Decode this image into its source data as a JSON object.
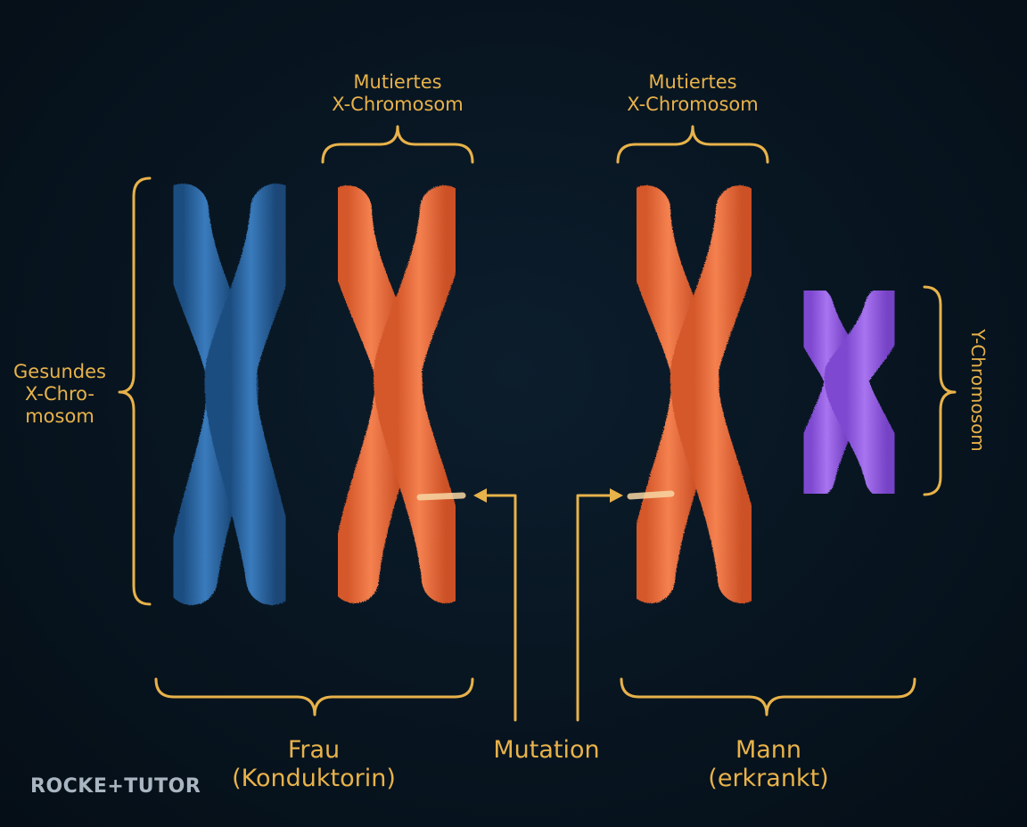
{
  "labels": {
    "healthy_x_line1": "Gesundes",
    "healthy_x_line2": "X-Chro-",
    "healthy_x_line3": "mosom",
    "mutated_x_left_line1": "Mutiertes",
    "mutated_x_left_line2": "X-Chromosom",
    "mutated_x_right_line1": "Mutiertes",
    "mutated_x_right_line2": "X-Chromosom",
    "y_chromosome": "Y-Chromosom",
    "woman_line1": "Frau",
    "woman_line2": "(Konduktorin)",
    "mutation": "Mutation",
    "man_line1": "Mann",
    "man_line2": "(erkrankt)"
  },
  "logo": "ROCKE+TUTOR",
  "colors": {
    "background": "#07141f",
    "annotation": "#e8b24a",
    "healthy_x": "#2d6aa8",
    "mutated_x": "#ea6f3e",
    "y_chromosome": "#9a63e6",
    "mutation_band": "#f7d7a3"
  }
}
